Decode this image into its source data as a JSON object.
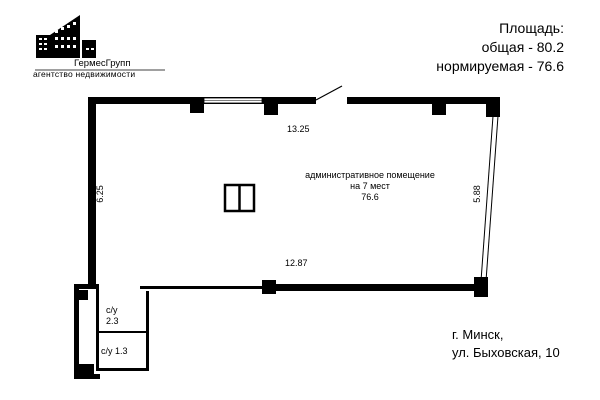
{
  "logo": {
    "name": "ГермесГрупп",
    "subtitle": "агентство недвижимости"
  },
  "area": {
    "title": "Площадь:",
    "total": "общая - 80.2",
    "normalized": "нормируемая - 76.6"
  },
  "room": {
    "name": "административное помещение",
    "capacity": "на 7 мест",
    "area": "76.6"
  },
  "dimensions": {
    "top_wall": "13.25",
    "bottom_wall": "12.87",
    "left_wall": "6.25",
    "right_wall": "5.88"
  },
  "bathrooms": [
    {
      "name": "с/у",
      "area": "2.3"
    },
    {
      "label": "с/у 1.3"
    }
  ],
  "address": {
    "city": "г. Минск,",
    "street": "ул. Быховская, 10"
  },
  "colors": {
    "wall": "#000000",
    "background": "#ffffff"
  }
}
